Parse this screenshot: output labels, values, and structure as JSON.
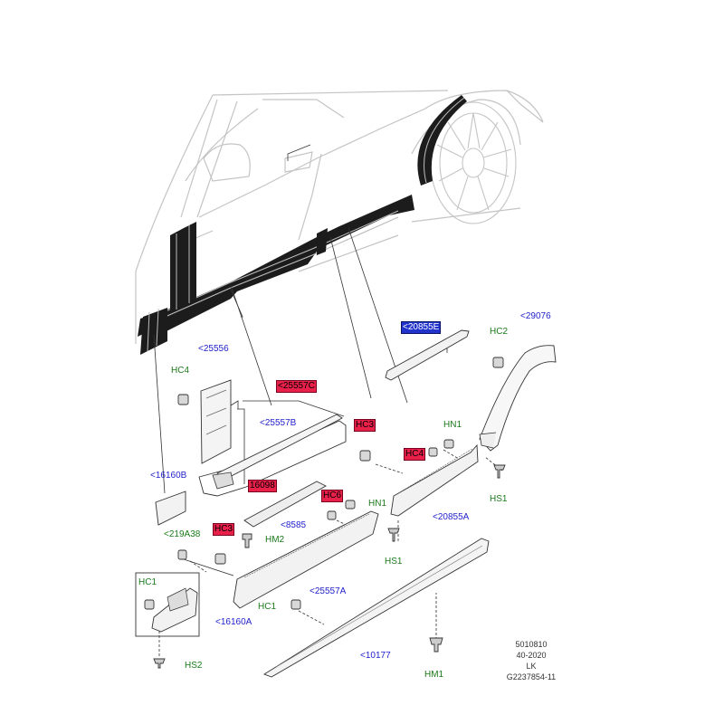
{
  "labels": {
    "p29076": "<29076",
    "p20855e": "<20855E",
    "hc2": "HC2",
    "p25556": "<25556",
    "hc4_left": "HC4",
    "p25557c": "<25557C",
    "p25557b": "<25557B",
    "hc3_mid": "HC3",
    "hn1_top": "HN1",
    "hc4_mid": "HC4",
    "p16160b": "<16160B",
    "p16098": "16098",
    "hs1_right": "HS1",
    "hc6": "HC6",
    "hn1_mid": "HN1",
    "p20855a": "<20855A",
    "p8585": "<8585",
    "p219a38": "<219A38",
    "hc3_low": "HC3",
    "hm2": "HM2",
    "hs1_mid": "HS1",
    "hc1_left": "HC1",
    "p25557a": "<25557A",
    "hc1_mid": "HC1",
    "p16160a": "<16160A",
    "p10177": "<10177",
    "hs2": "HS2",
    "hm1": "HM1"
  },
  "reference": {
    "line1": "5010810",
    "line2": "40-2020",
    "line3": "LK",
    "line4": "G2237854-11"
  }
}
